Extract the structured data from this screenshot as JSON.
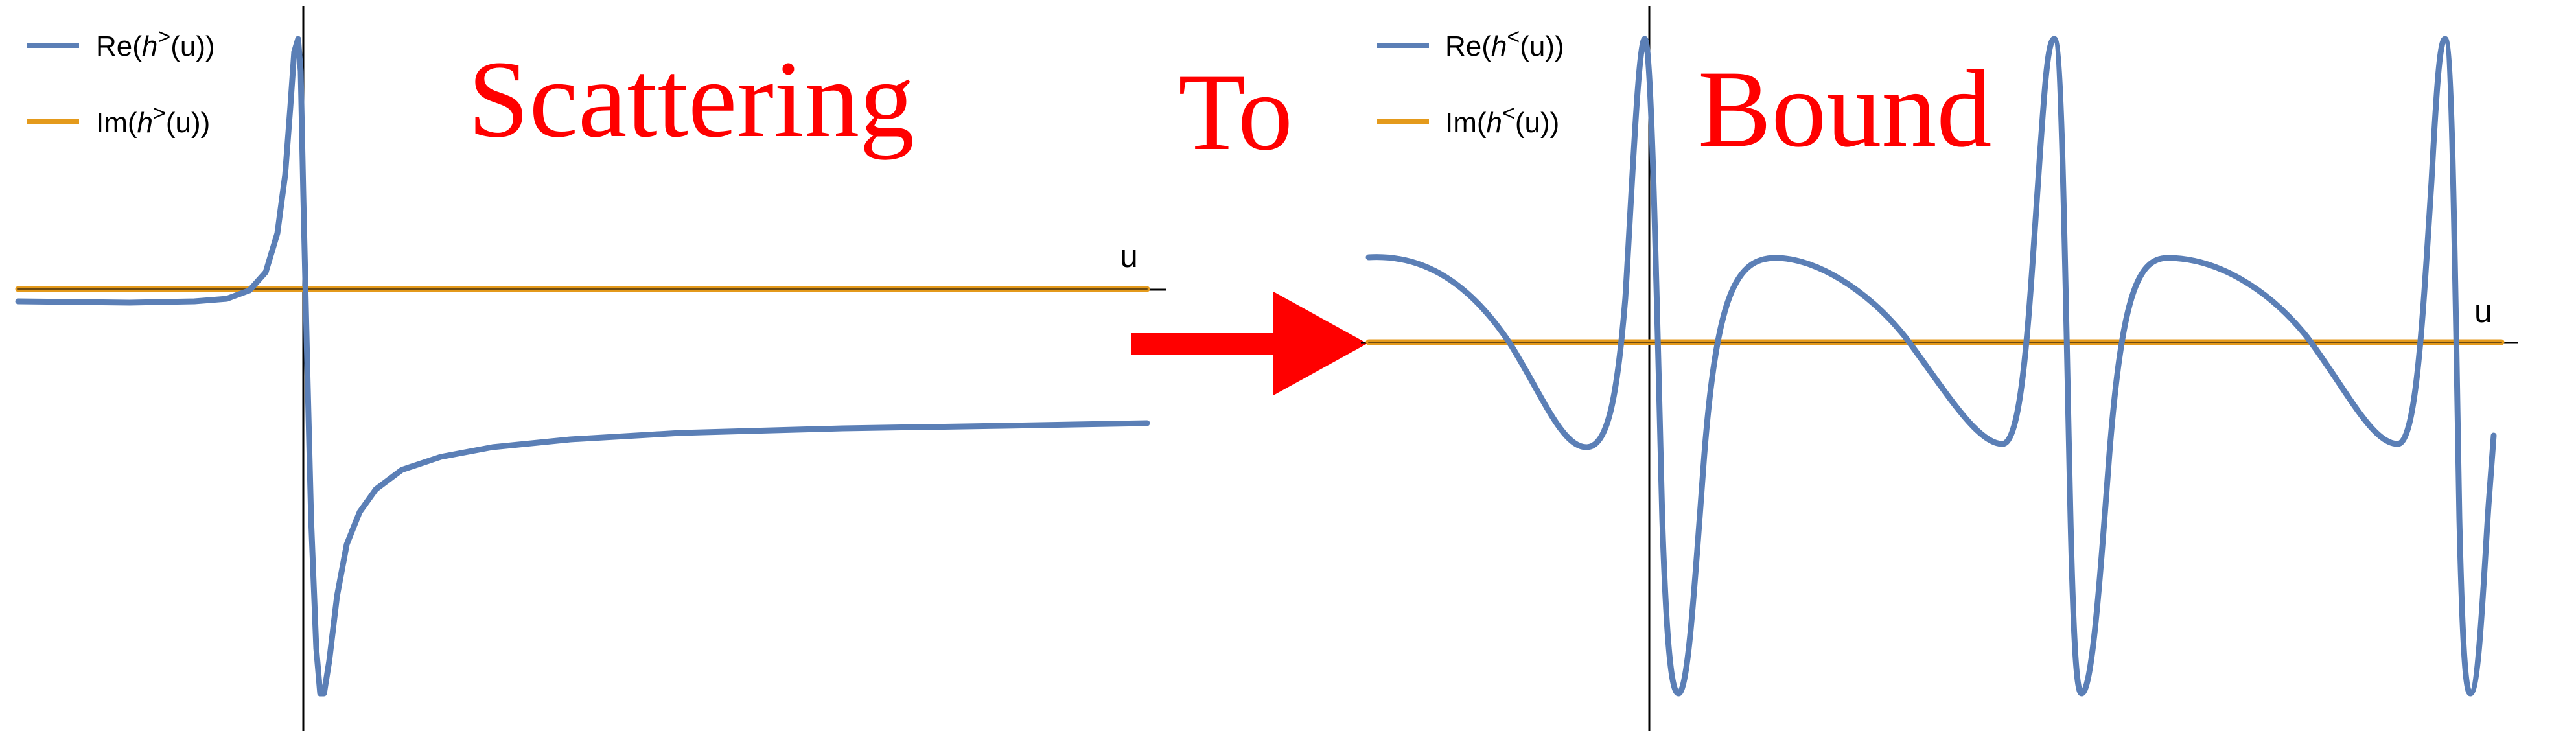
{
  "colors": {
    "re_curve": "#5b7fb6",
    "im_curve": "#e49a1c",
    "axis": "#000000",
    "title": "#ff0000",
    "arrow": "#ff0000"
  },
  "titles": {
    "left": "Scattering",
    "middle": "To",
    "right": "Bound"
  },
  "arrow_icon": "right-arrow-icon",
  "panels": [
    {
      "id": "scattering",
      "axis_label": "u",
      "legend": [
        {
          "prefix": "Re(",
          "symbol": "h",
          "sup": ">",
          "suffix": "(u))",
          "color": "#5b7fb6"
        },
        {
          "prefix": "Im(",
          "symbol": "h",
          "sup": ">",
          "suffix": "(u))",
          "color": "#e49a1c"
        }
      ]
    },
    {
      "id": "bound",
      "axis_label": "u",
      "legend": [
        {
          "prefix": "Re(",
          "symbol": "h",
          "sup": "<",
          "suffix": "(u))",
          "color": "#5b7fb6"
        },
        {
          "prefix": "Im(",
          "symbol": "h",
          "sup": "<",
          "suffix": "(u))",
          "color": "#e49a1c"
        }
      ]
    }
  ]
}
